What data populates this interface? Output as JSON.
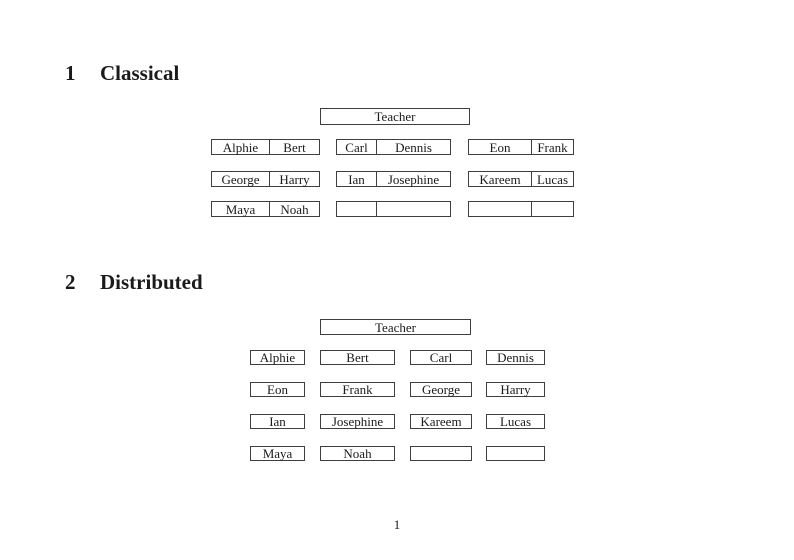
{
  "colors": {
    "border": "#3f3f3f",
    "text": "#1a1a1a",
    "background": "#ffffff"
  },
  "classical": {
    "heading_number": "1",
    "heading_title": "Classical",
    "teacher_label": "Teacher",
    "rows": [
      [
        [
          "Alphie",
          "Bert"
        ],
        [
          "Carl",
          "Dennis"
        ],
        [
          "Eon",
          "Frank"
        ]
      ],
      [
        [
          "George",
          "Harry"
        ],
        [
          "Ian",
          "Josephine"
        ],
        [
          "Kareem",
          "Lucas"
        ]
      ],
      [
        [
          "Maya",
          "Noah"
        ],
        [
          "",
          ""
        ],
        [
          "",
          ""
        ]
      ]
    ]
  },
  "distributed": {
    "heading_number": "2",
    "heading_title": "Distributed",
    "teacher_label": "Teacher",
    "rows": [
      [
        "Alphie",
        "Bert",
        "Carl",
        "Dennis"
      ],
      [
        "Eon",
        "Frank",
        "George",
        "Harry"
      ],
      [
        "Ian",
        "Josephine",
        "Kareem",
        "Lucas"
      ],
      [
        "Maya",
        "Noah",
        "",
        ""
      ]
    ]
  },
  "footer": {
    "page_number": "1"
  }
}
